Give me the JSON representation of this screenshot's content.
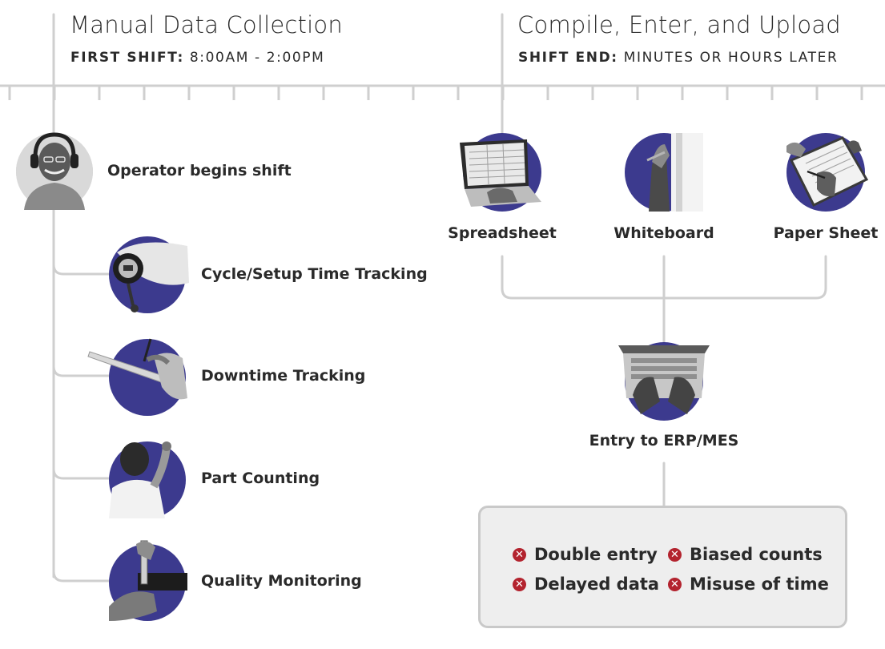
{
  "header": {
    "left": {
      "title": "Manual Data Collection",
      "sub_bold": "FIRST SHIFT:",
      "sub_text": "8:00AM - 2:00PM"
    },
    "right": {
      "title": "Compile, Enter, and Upload",
      "sub_bold": "SHIFT END:",
      "sub_text": "MINUTES OR HOURS LATER"
    }
  },
  "colors": {
    "circle": "#3c3a8e",
    "line": "#cfcfcf",
    "issue_icon": "#b3232e"
  },
  "left_steps": {
    "start": {
      "label": "Operator begins shift",
      "icon": "operator-photo"
    },
    "items": [
      {
        "label": "Cycle/Setup Time Tracking",
        "icon": "stopwatch-photo"
      },
      {
        "label": "Downtime Tracking",
        "icon": "clipboard-pen-photo"
      },
      {
        "label": "Part Counting",
        "icon": "writing-worker-photo"
      },
      {
        "label": "Quality Monitoring",
        "icon": "caliper-photo"
      }
    ]
  },
  "right_sources": [
    {
      "label": "Spreadsheet",
      "icon": "laptop-spreadsheet-photo"
    },
    {
      "label": "Whiteboard",
      "icon": "whiteboard-photo"
    },
    {
      "label": "Paper Sheet",
      "icon": "paper-sheet-photo"
    }
  ],
  "entry": {
    "label": "Entry to ERP/MES",
    "icon": "laptop-typing-photo"
  },
  "issues": [
    "Double entry",
    "Biased counts",
    "Delayed data",
    "Misuse of time"
  ]
}
